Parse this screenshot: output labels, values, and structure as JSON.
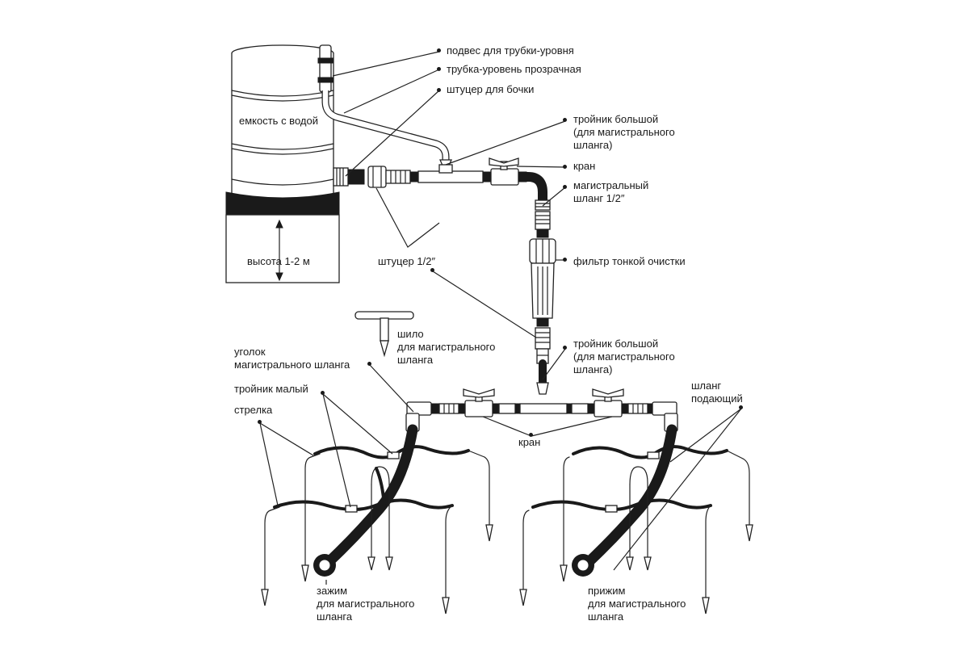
{
  "labels": {
    "hanger": "подвес для трубки-уровня",
    "level_tube": "трубка-уровень прозрачная",
    "barrel_fitting": "штуцер для бочки",
    "water_tank": "емкость с водой",
    "tee_large_top": "тройник большой\n(для магистрального\nшланга)",
    "valve_top": "кран",
    "main_hose": "магистральный\nшланг 1/2″",
    "height": "высота 1-2 м",
    "fitting_half": "штуцер 1/2″",
    "fine_filter": "фильтр тонкой очистки",
    "awl": "шило\nдля магистрального\nшланга",
    "tee_large_bottom": "тройник большой\n(для магистрального\nшланга)",
    "elbow": "уголок\nмагистрального шланга",
    "tee_small": "тройник малый",
    "dripper_arrow": "стрелка",
    "feed_hose": "шланг\nподающий",
    "valve_bottom": "кран",
    "clamp": "зажим\nдля магистрального\nшланга",
    "end_clip": "прижим\nдля магистрального\nшланга"
  }
}
